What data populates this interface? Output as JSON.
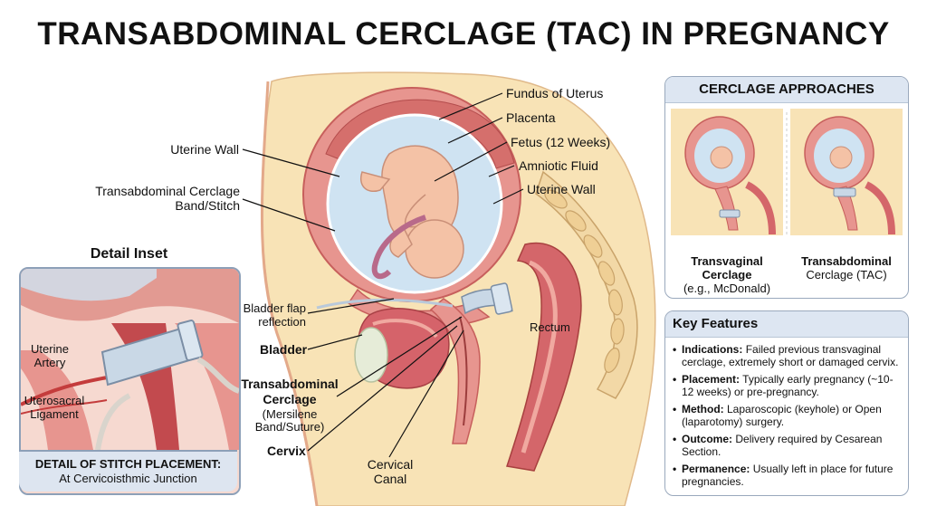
{
  "title": "TRANSABDOMINAL CERCLAGE (TAC) IN PREGNANCY",
  "labels": {
    "fundus": "Fundus of Uterus",
    "placenta": "Placenta",
    "fetus": "Fetus (12 Weeks)",
    "amniotic": "Amniotic Fluid",
    "uterine_wall_right": "Uterine Wall",
    "uterine_wall_left": "Uterine Wall",
    "tac_band_line1": "Transabdominal Cerclage",
    "tac_band_line2": "Band/Stitch",
    "bladder_flap_line1": "Bladder flap",
    "bladder_flap_line2": "reflection",
    "bladder": "Bladder",
    "tac_line1": "Transabdominal",
    "tac_line2": "Cerclage",
    "tac_line3": "(Mersilene",
    "tac_line4": "Band/Suture)",
    "cervix": "Cervix",
    "cervical_canal_line1": "Cervical",
    "cervical_canal_line2": "Canal",
    "rectum": "Rectum"
  },
  "inset": {
    "title": "Detail Inset",
    "uterine_artery_line1": "Uterine",
    "uterine_artery_line2": "Artery",
    "utero_line1": "Uterosacral",
    "utero_line2": "Ligament",
    "caption_heading": "DETAIL OF STITCH PLACEMENT:",
    "caption_sub": "At Cervicoisthmic Junction"
  },
  "approaches": {
    "heading": "CERCLAGE APPROACHES",
    "left_line1": "Transvaginal",
    "left_line2": "Cerclage",
    "left_line3": "(e.g., McDonald)",
    "right_line1": "Transabdominal",
    "right_line2": "Cerclage (TAC)"
  },
  "key_features": {
    "heading": "Key Features",
    "items": [
      {
        "term": "Indications:",
        "text": "Failed previous transvaginal cerclage, extremely short or damaged cervix."
      },
      {
        "term": "Placement:",
        "text": "Typically early pregnancy (~10-12 weeks) or pre-pregnancy."
      },
      {
        "term": "Method:",
        "text": "Laparoscopic (keyhole) or Open (laparotomy) surgery."
      },
      {
        "term": "Outcome:",
        "text": "Delivery required by Cesarean Section."
      },
      {
        "term": "Permanence:",
        "text": "Usually left in place for future pregnancies."
      }
    ]
  },
  "colors": {
    "uterus": "#e7958f",
    "uterus_dark": "#c75f5c",
    "amniotic": "#cfe3f2",
    "fetus": "#f4c2a6",
    "fat": "#f7e2b0",
    "band": "#c9d8e6",
    "panel_header": "#dde6f2"
  }
}
